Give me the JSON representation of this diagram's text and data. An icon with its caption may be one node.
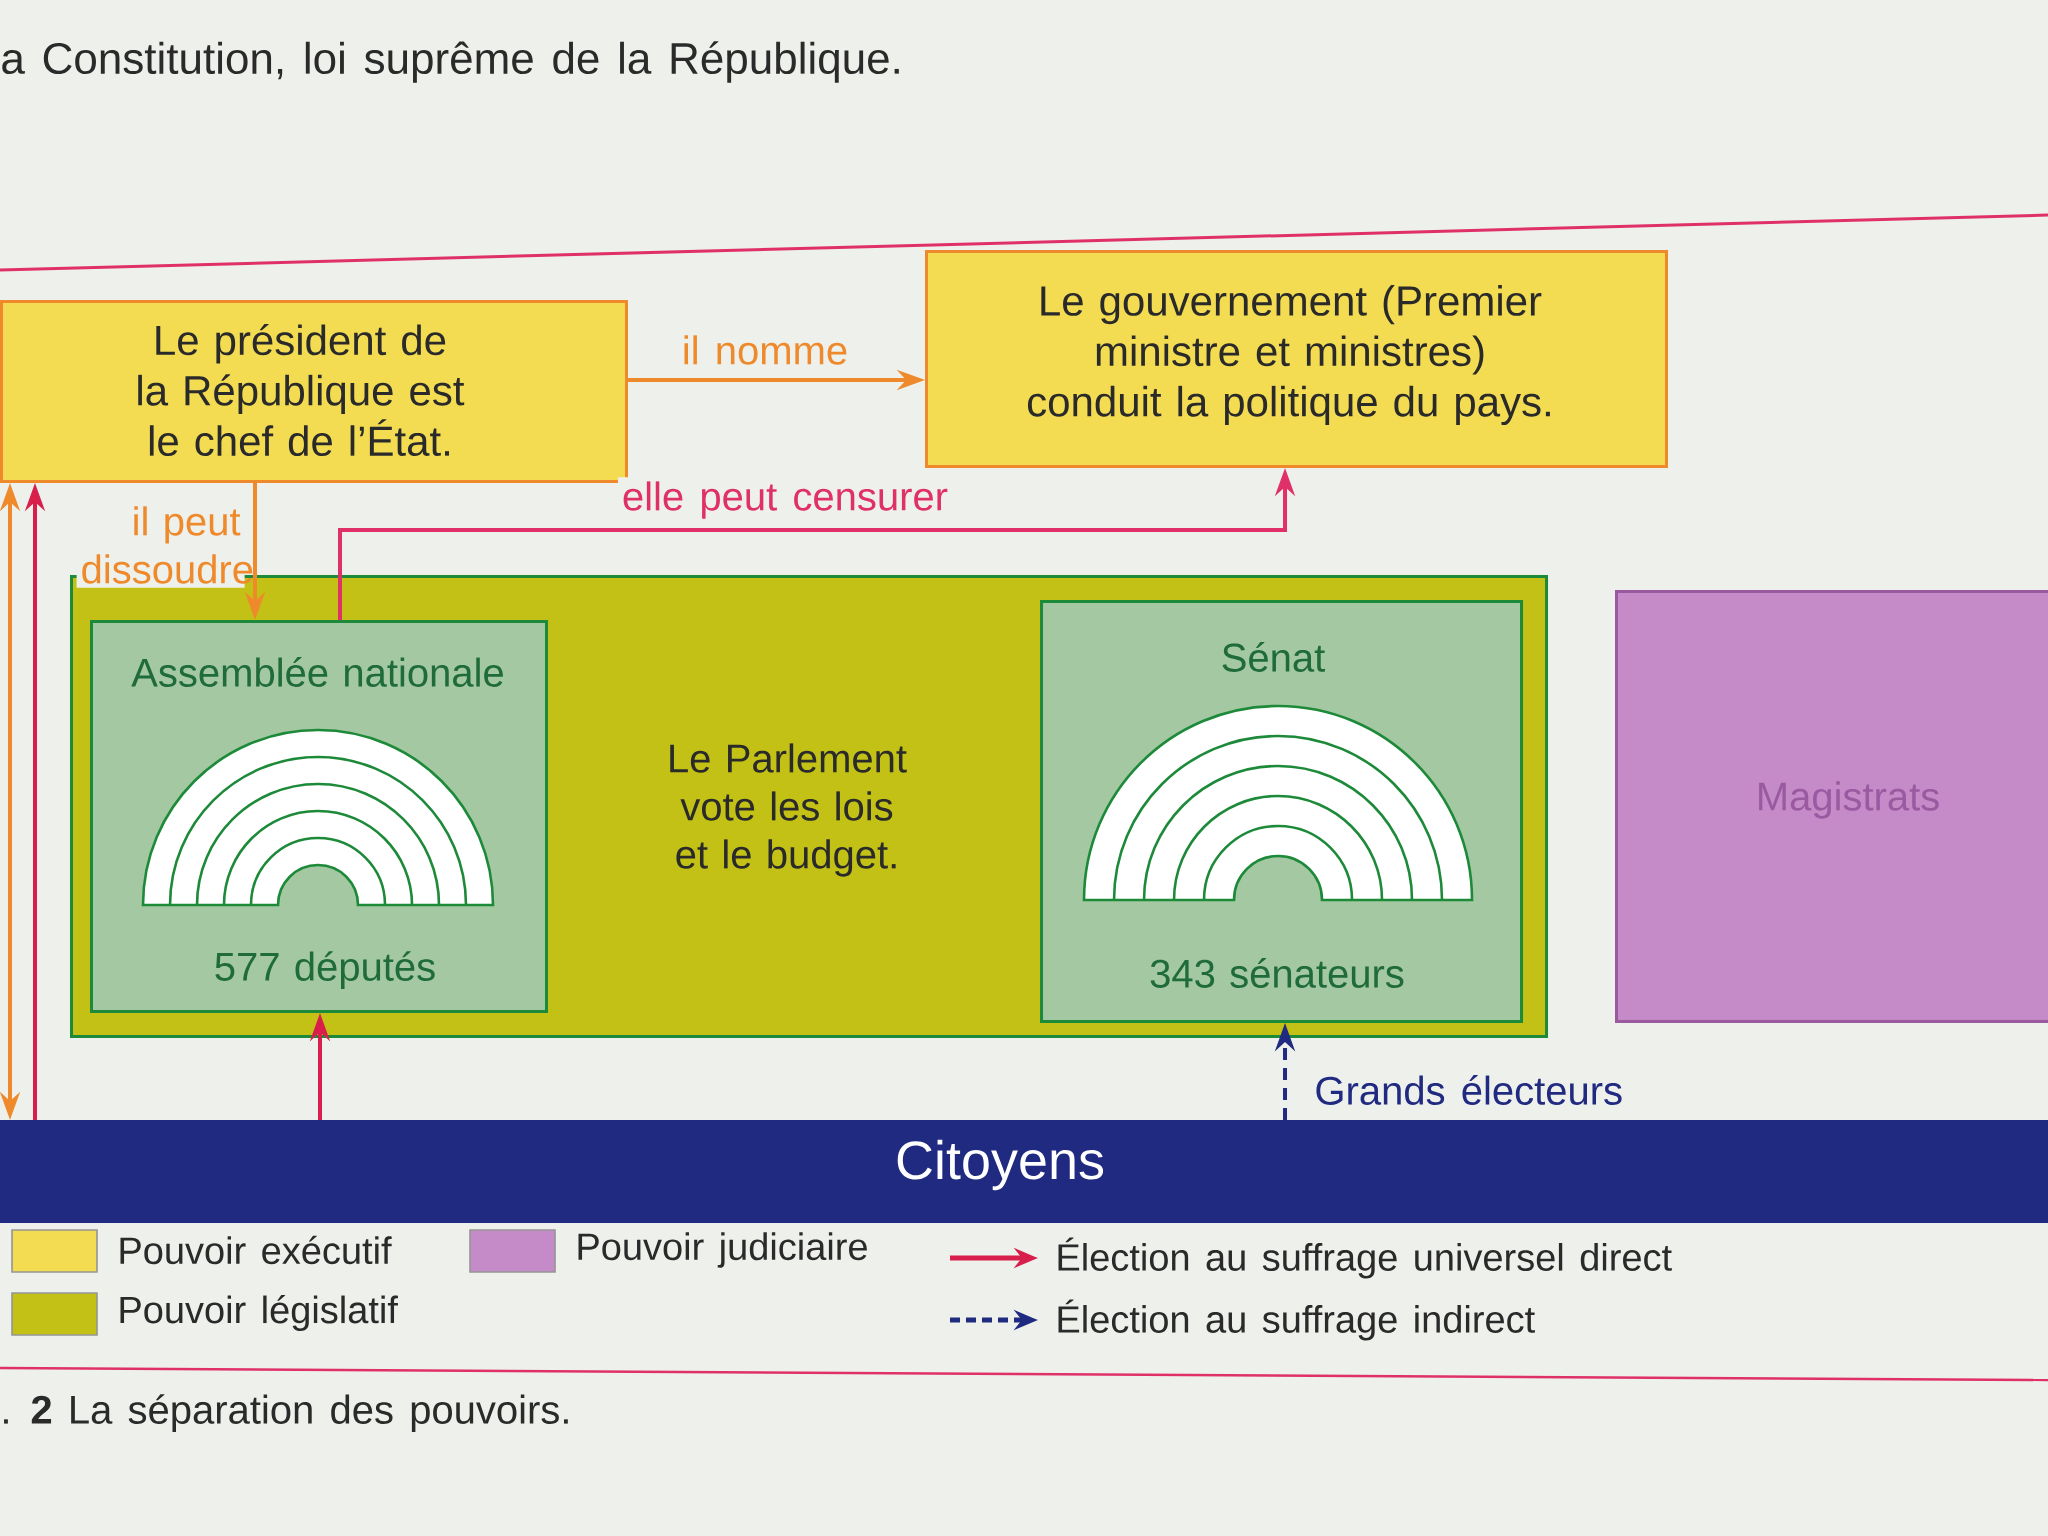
{
  "diagram": {
    "caption": ". **2** La séparation des pouvoirs.",
    "nodes": [
      {
        "text": [
          "Le président de la République est le chef de l’État."
        ]
      },
      {
        "text": [
          "Le gouvernement (Premier ministre et ministres) conduit la politique du pays."
        ]
      },
      {
        "text": [
          "Le Parlement vote les lois et le budget."
        ]
      },
      {
        "text": [
          "Assemblée nationale",
          "577 députés"
        ],
        "in": 2
      },
      {
        "text": [
          "Sénat",
          "343 sénateurs"
        ],
        "in": 2
      },
      {
        "text": [
          "Magistrats"
        ]
      },
      {
        "text": [
          "Citoyens"
        ]
      }
    ],
    "edges": [
      {
        "from": 0,
        "to": 1,
        "arrow": "to",
        "label": "il nomme",
        "color": "#ee8a2c"
      },
      {
        "from": 0,
        "to": 3,
        "arrow": "to",
        "label": "il peut dissoudre",
        "color": "#ee8a2c"
      },
      {
        "from": 3,
        "to": 1,
        "arrow": "to",
        "label": "elle peut censurer",
        "color": "#e0306a"
      },
      {
        "from": 6,
        "to": 0,
        "arrow": "to",
        "color": "#d81e4a"
      },
      {
        "from": 0,
        "to": 6,
        "arrow": "both",
        "color": "#ee8a2c"
      },
      {
        "from": 6,
        "to": 3,
        "arrow": "to",
        "color": "#d81e4a"
      },
      {
        "from": 6,
        "to": 4,
        "arrow": "to",
        "label": "Grands électeurs",
        "style": "dashed",
        "color": "#1f2a80"
      }
    ],
    "labels": [
      "a Constitution, loi suprême de la République."
    ],
    "legend": [
      {
        "text": "Pouvoir exécutif",
        "color": "#f3dc52"
      },
      {
        "text": "Pouvoir législatif",
        "color": "#c3c116"
      },
      {
        "text": "Pouvoir judiciaire",
        "color": "#c58ac8"
      },
      {
        "text": "Élection au suffrage universel direct"
      },
      {
        "text": "Élection au suffrage indirect"
      }
    ]
  }
}
